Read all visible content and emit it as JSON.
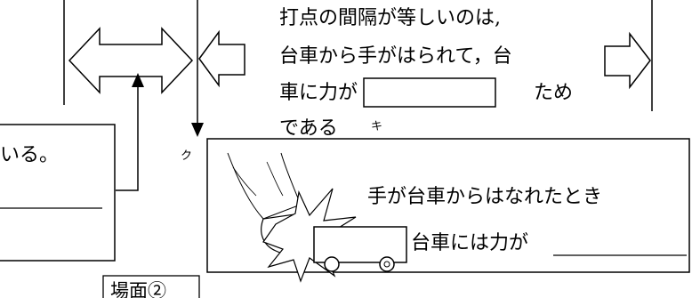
{
  "explanation": {
    "line1": "打点の間隔が等しいのは,",
    "line2": "台車から手がはられて，台",
    "line3_pre": "車に力が",
    "line3_post": "ため",
    "line4": "である"
  },
  "blank_labels": {
    "ki": "キ",
    "ku": "ク"
  },
  "left_box": {
    "text": "いる。"
  },
  "illustration": {
    "caption_top": "手が台車からはなれたとき",
    "caption_bottom": "台車には力が"
  },
  "scene_label": "場面②"
}
